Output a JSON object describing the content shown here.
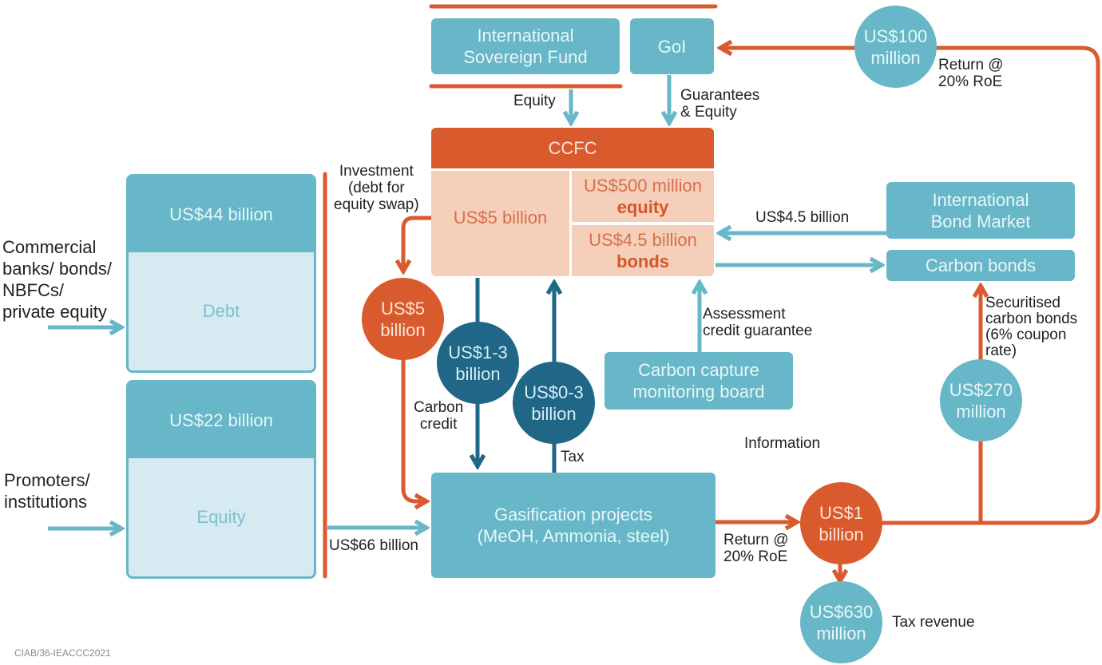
{
  "colors": {
    "teal": "#67b7c8",
    "light_teal": "#d6eaf1",
    "orange": "#d95a2d",
    "peach": "#f6cfba",
    "navy": "#1f6687"
  },
  "nodes": {
    "intl_sovereign_fund": "International\nSovereign Fund",
    "goi": "GoI",
    "ccfc": {
      "title": "CCFC",
      "left_cell": "US$5 billion",
      "equity_amount": "US$500 million",
      "equity_label": "equity",
      "bonds_amount": "US$4.5 billion",
      "bonds_label": "bonds"
    },
    "debt_stack": {
      "amount": "US$44 billion",
      "label": "Debt"
    },
    "equity_stack": {
      "amount": "US$22 billion",
      "label": "Equity"
    },
    "intl_bond_market": "International\nBond Market",
    "carbon_bonds": "Carbon bonds",
    "monitoring_board": "Carbon capture\nmonitoring board",
    "gasification": "Gasification projects\n(MeOH, Ammonia, steel)"
  },
  "circles": {
    "us100m": "US$100\nmillion",
    "us5b": "US$5\nbillion",
    "us1_3b": "US$1-3\nbillion",
    "us0_3b": "US$0-3\nbillion",
    "us270m": "US$270\nmillion",
    "us1b": "US$1\nbillion",
    "us630m": "US$630\nmillion"
  },
  "labels": {
    "commercial": "Commercial\nbanks/ bonds/\nNBFCs/\nprivate equity",
    "promoters": "Promoters/\ninstitutions",
    "equity_arrow": "Equity",
    "guarantees": "Guarantees\n& Equity",
    "investment": "Investment\n(debt for\nequity swap)",
    "return_top": "Return @\n20% RoE",
    "bond_inflow": "US$4.5 billion",
    "assessment": "Assessment\ncredit guarantee",
    "securitised": "Securitised\ncarbon bonds\n(6% coupon\nrate)",
    "carbon_credit": "Carbon\ncredit",
    "tax": "Tax",
    "information": "Information",
    "us66b": "US$66 billion",
    "return_bottom": "Return @\n20% RoE",
    "tax_revenue": "Tax revenue"
  },
  "footer": "CIAB/36-IEACCC2021"
}
